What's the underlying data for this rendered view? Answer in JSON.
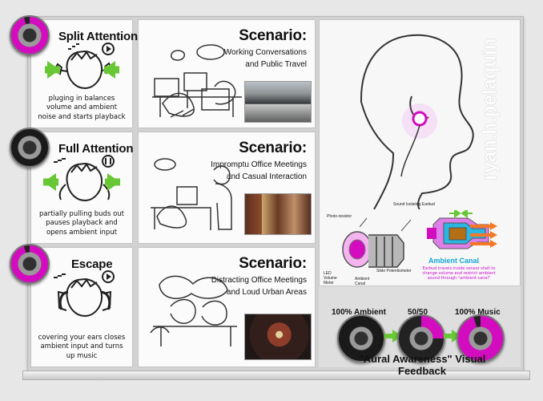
{
  "board": {
    "sections": [
      {
        "title": "Split Attention",
        "caption": "pluging in balances volume and ambient noise and starts playback",
        "scenario_title": "Scenario:",
        "scenario_subtitle_lines": [
          "Working Conversations",
          "and Public Travel"
        ]
      },
      {
        "title": "Full Attention",
        "caption": "partially pulling buds out pauses playback and opens ambient input",
        "scenario_title": "Scenario:",
        "scenario_subtitle_lines": [
          "Impromptu Office Meetings",
          "and Casual Interaction"
        ]
      },
      {
        "title": "Escape",
        "caption": "covering your ears closes ambient input and turns up music",
        "scenario_title": "Scenario:",
        "scenario_subtitle_lines": [
          "Distracting Office Meetings",
          "and Loud Urban Areas"
        ]
      }
    ],
    "author_name": "ryan.h.pelaquin",
    "diagram_labels": {
      "photo_resistor": "Photo-resistor",
      "sound_isolating_earbud": "Sound Isolating Earbud",
      "slide_potentiometer": "Slide Potentiometer",
      "led_volume_meter": "LED Volume Meter",
      "ambient_canal_opening": "Ambient Canal Opening"
    },
    "ambient_canal": {
      "title": "Ambient Canal",
      "description": "Earbud travels inside sensor shell to change volume and restrict ambient sound through \"ambient canal\""
    },
    "feedback_scale": [
      "100% Ambient",
      "50/50",
      "100% Music"
    ],
    "feedback_title": "\"Aural Awareness\" Visual Feedback"
  },
  "colors": {
    "accent": "#d30cbf",
    "arrow": "#67c734",
    "ambient_text": "#15a7d5"
  }
}
